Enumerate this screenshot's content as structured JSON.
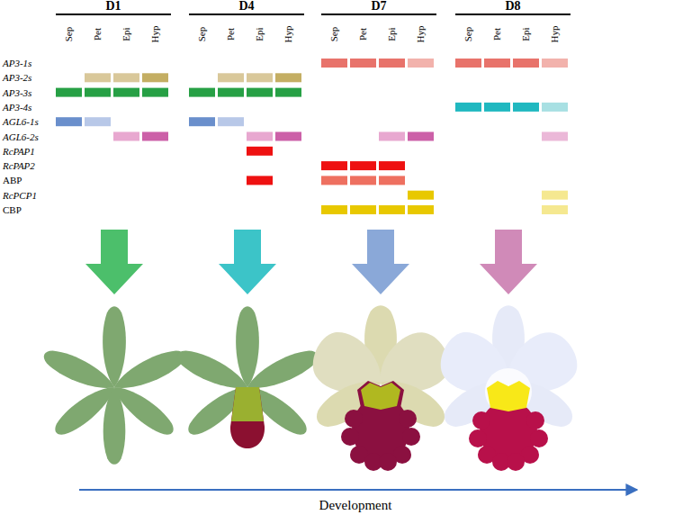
{
  "diagram": {
    "labels": [
      "D1",
      "Sep",
      "Pet",
      "Epi",
      "Hyp",
      "D4",
      "Sep",
      "Pet",
      "Epi",
      "Hyp",
      "D7",
      "Sep",
      "Pet",
      "Epi",
      "Hyp",
      "D8",
      "Sep",
      "Pet",
      "Epi",
      "Hyp",
      "AP3-1s",
      "AP3-2s",
      "AP3-3s",
      "AP3-4s",
      "AGL6-1s",
      "AGL6-2s",
      "RcPAP1",
      "RcPAP2",
      "ABP",
      "RcPCP1",
      "CBP",
      "Development"
    ]
  }
}
